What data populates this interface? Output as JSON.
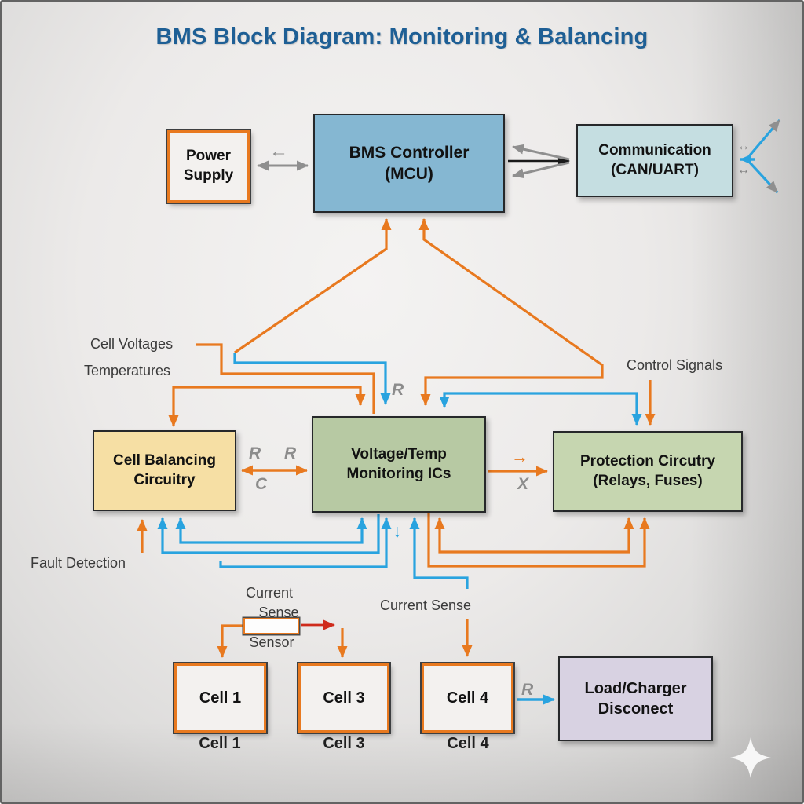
{
  "title": "BMS Block Diagram: Monitoring & Balancing",
  "blocks": {
    "power_supply": {
      "line1": "Power",
      "line2": "Supply"
    },
    "bms_controller": {
      "line1": "BMS Controller",
      "line2": "(MCU)"
    },
    "communication": {
      "line1": "Communication",
      "line2": "(CAN/UART)"
    },
    "cell_balancing": {
      "line1": "Cell Balancing",
      "line2": "Circuitry"
    },
    "voltage_temp": {
      "line1": "Voltage/Temp",
      "line2": "Monitoring ICs"
    },
    "protection": {
      "line1": "Protection Circutry",
      "line2": "(Relays, Fuses)"
    },
    "load_charger": {
      "line1": "Load/Charger",
      "line2": "Disconect"
    },
    "cell1": {
      "label": "Cell 1"
    },
    "cell3": {
      "label": "Cell 3"
    },
    "cell4": {
      "label": "Cell 4"
    }
  },
  "labels": {
    "cell_voltages": "Cell Voltages",
    "temperatures": "Temperatures",
    "control_signals": "Control Signals",
    "fault_detection": "Fault Detection",
    "current_sense_left_line1": "Current",
    "current_sense_left_line2": "Sense",
    "sensor": "Sensor",
    "current_sense_right": "Current Sense",
    "cell1_caption": "Cell 1",
    "cell3_caption": "Cell 3",
    "cell4_caption": "Cell 4"
  },
  "annotations": {
    "r_top": "R",
    "r_mid_left": "R",
    "r_mid_right": "R",
    "c_mid": "C",
    "x_right": "X",
    "r_load": "R"
  },
  "glyphs": {
    "small_left_arrow": "←",
    "small_right_arrow": "→",
    "small_down_arrow": "↓",
    "bidir_arrow_top": "↔",
    "bidir_arrow_bottom": "↔"
  },
  "colors": {
    "title_blue": "#1e5f95",
    "wire_orange": "#e8791f",
    "wire_blue": "#29a3df",
    "wire_gray": "#8f8f8f",
    "wire_red": "#cf2b1c",
    "bms_fill": "#85b7d2",
    "comm_fill": "#c5dee1",
    "balancing_fill": "#f6dfa4",
    "monitoring_fill": "#b7c9a3",
    "protection_fill": "#c6d6b0",
    "load_fill": "#d8d2e2",
    "cell_fill": "#f3f1ef"
  }
}
